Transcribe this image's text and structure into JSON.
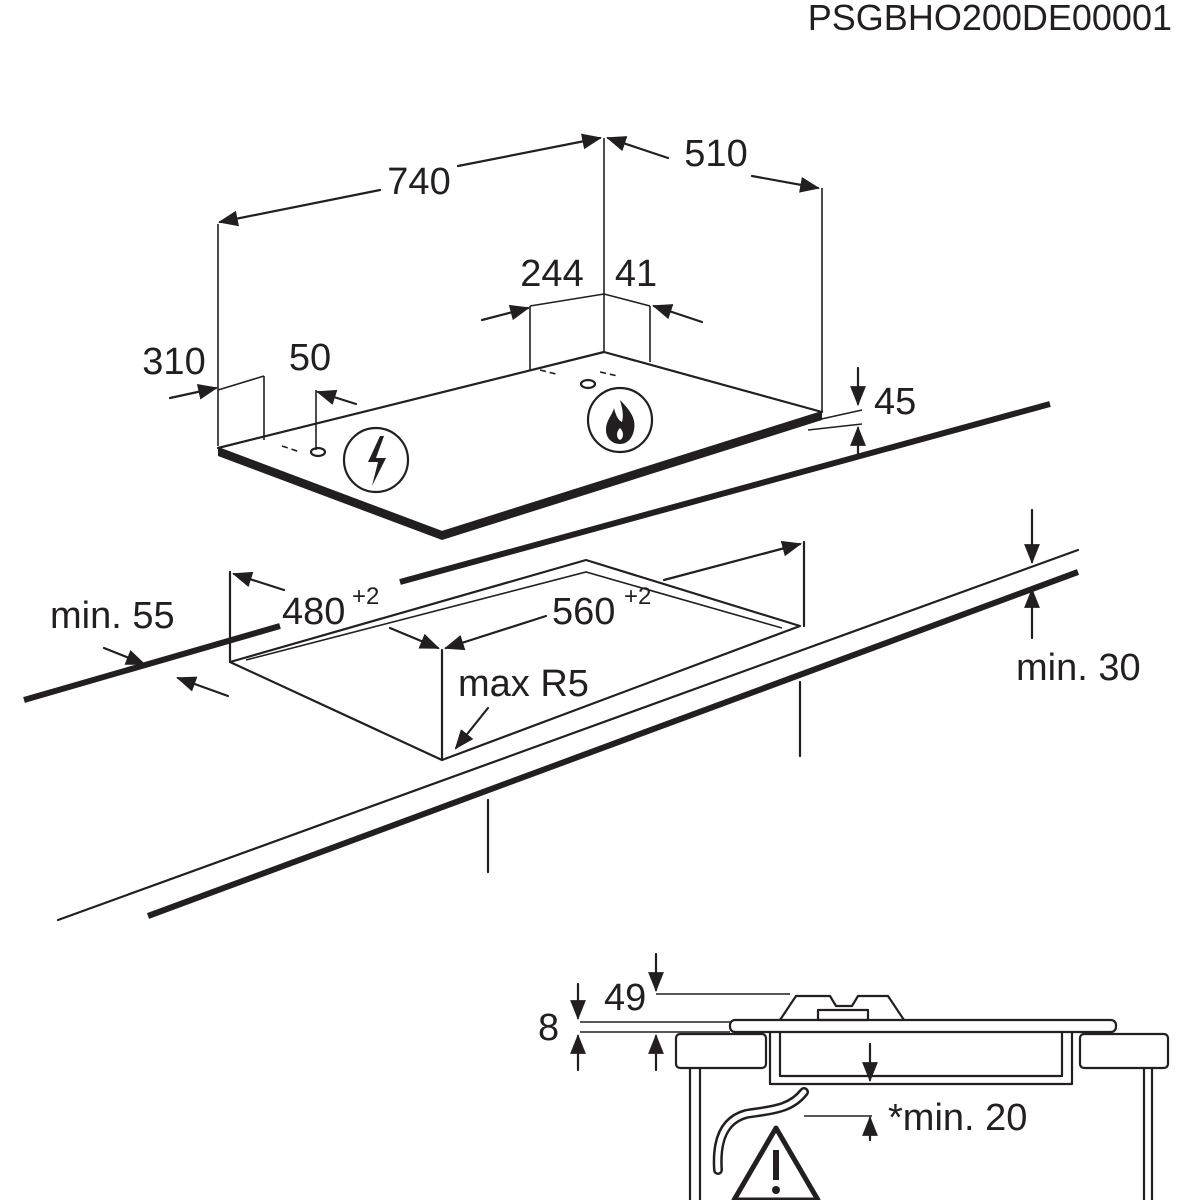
{
  "doc_code": "PSGBHO200DE00001",
  "dimensions": {
    "width": "740",
    "depth": "510",
    "d244": "244",
    "d41": "41",
    "d310": "310",
    "d50": "50",
    "height": "45",
    "cutout_depth": "480",
    "cutout_depth_tol": "+2",
    "cutout_width": "560",
    "cutout_width_tol": "+2",
    "min_front": "min. 55",
    "min_back": "min. 30",
    "max_radius": "max R5",
    "d49": "49",
    "d8": "8",
    "min_below": "*min. 20"
  },
  "icons": [
    "electric-connection-icon",
    "gas-flame-icon",
    "warning-triangle-icon"
  ]
}
